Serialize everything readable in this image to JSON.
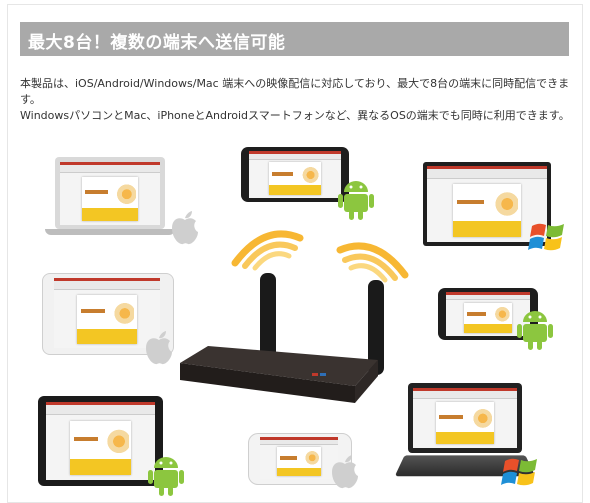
{
  "section": {
    "title": "最大8台！複数の端末へ送信可能"
  },
  "description": {
    "line1": "本製品は、iOS/Android/Windows/Mac 端末への映像配信に対応しており、最大で8台の端末に同時配信できます。",
    "line2": "WindowsパソコンとMac、iPhoneとAndroidスマートフォンなど、異なるOSの端末でも同時に利用できます。"
  },
  "colors": {
    "header_bg": "#a9a9a9",
    "wifi": "#f7b733",
    "android": "#8cc63f",
    "device_dark": "#2b2b2b"
  },
  "devices": [
    {
      "name": "macbook",
      "os": "apple-icon"
    },
    {
      "name": "android-phone-top",
      "os": "android-icon"
    },
    {
      "name": "windows-monitor",
      "os": "windows-icon"
    },
    {
      "name": "ipad",
      "os": "apple-icon"
    },
    {
      "name": "android-phone-right",
      "os": "android-icon"
    },
    {
      "name": "android-tablet",
      "os": "android-icon"
    },
    {
      "name": "iphone",
      "os": "apple-icon"
    },
    {
      "name": "windows-laptop",
      "os": "windows-icon"
    }
  ]
}
